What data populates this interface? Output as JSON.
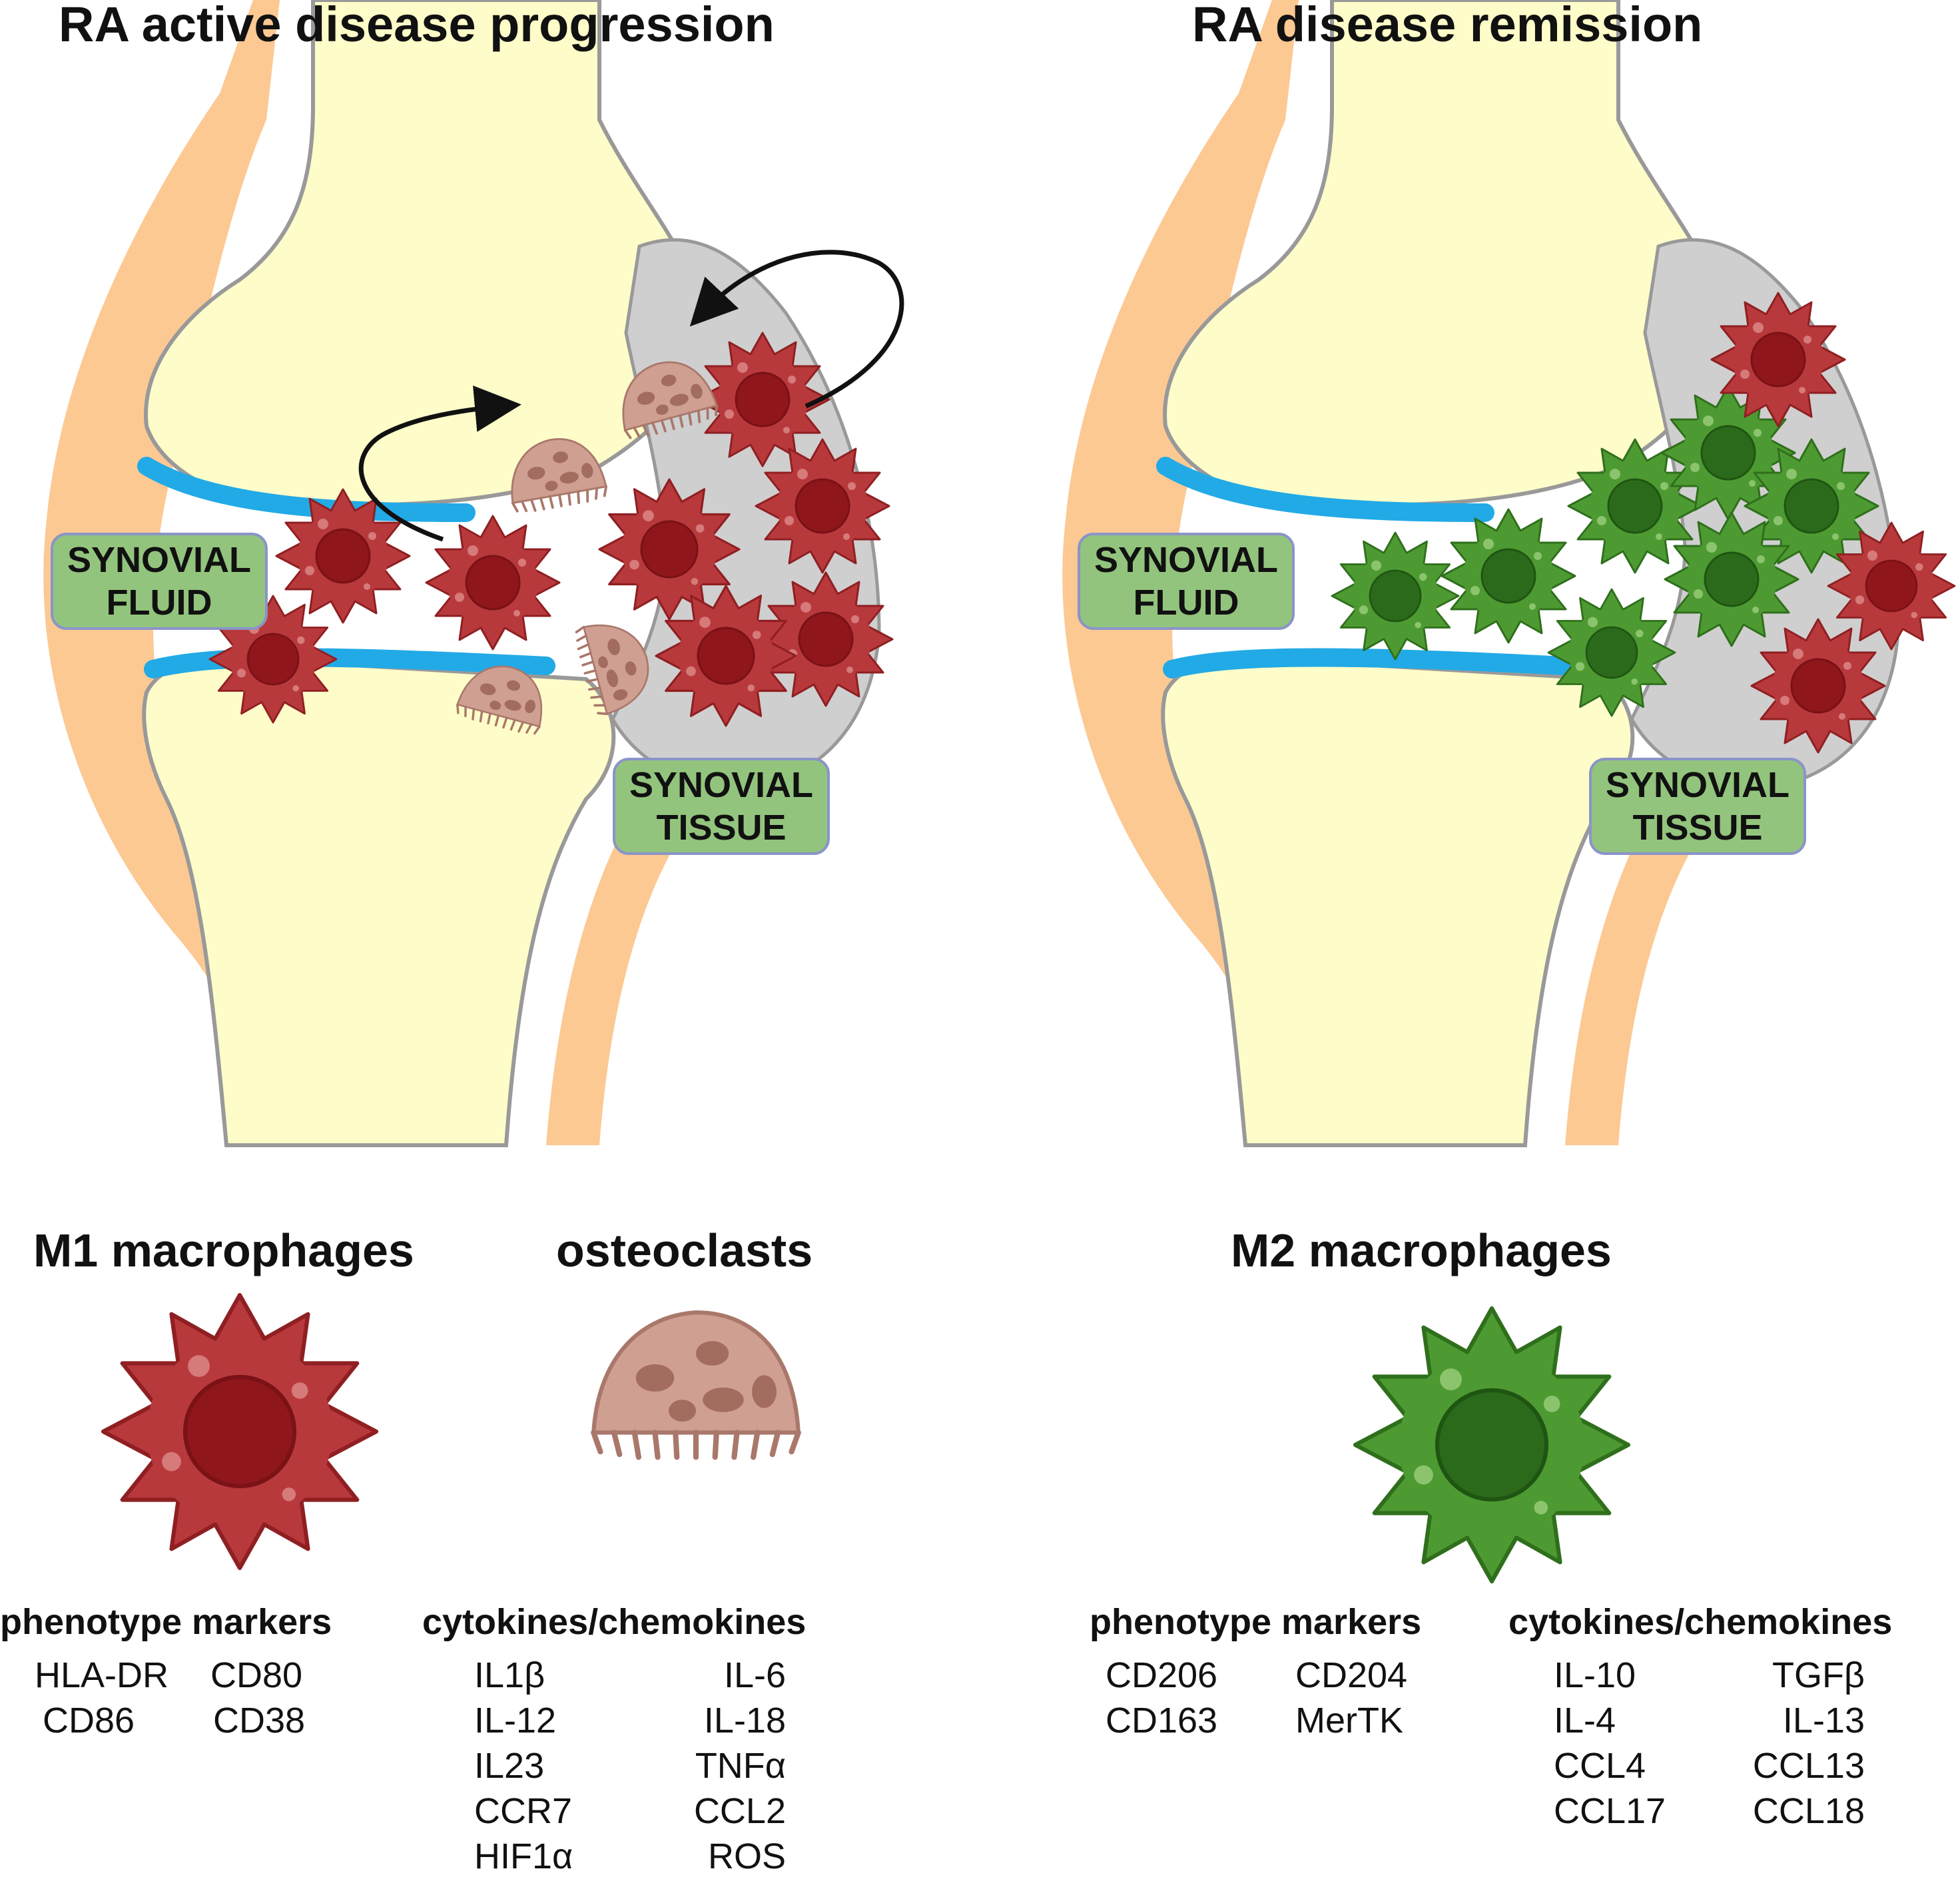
{
  "left_panel": {
    "title": "RA active disease progression",
    "fluid_label": [
      "SYNOVIAL",
      "FLUID"
    ],
    "tissue_label": [
      "SYNOVIAL",
      "TISSUE"
    ]
  },
  "right_panel": {
    "title": "RA disease remission",
    "fluid_label": [
      "SYNOVIAL",
      "FLUID"
    ],
    "tissue_label": [
      "SYNOVIAL",
      "TISSUE"
    ]
  },
  "legend": {
    "m1": {
      "title": "M1 macrophages",
      "markers_header": "phenotype markers",
      "markers_col1": [
        "HLA-DR",
        "CD86"
      ],
      "markers_col2": [
        "CD80",
        "CD38"
      ]
    },
    "osteoclasts": {
      "title": "osteoclasts",
      "cytokines_header": "cytokines/chemokines",
      "cytokines_col1": [
        "IL1β",
        "IL-12",
        "IL23",
        "CCR7",
        "HIF1α"
      ],
      "cytokines_col2": [
        "IL-6",
        "IL-18",
        "TNFα",
        "CCL2",
        "ROS"
      ]
    },
    "m2": {
      "title": "M2 macrophages",
      "markers_header": "phenotype markers",
      "markers_col1": [
        "CD206",
        "CD163"
      ],
      "markers_col2": [
        "CD204",
        "MerTK"
      ],
      "cytokines_header": "cytokines/chemokines",
      "cytokines_col1": [
        "IL-10",
        "IL-4",
        "CCL4",
        "CCL17"
      ],
      "cytokines_col2": [
        "TGFβ",
        "IL-13",
        "CCL13",
        "CCL18"
      ]
    }
  },
  "colors": {
    "bone": "#fefcc9",
    "skin": "#fcc993",
    "synovium": "#cfcfcf",
    "fluid_line": "#22aae6",
    "m1_body": "#b8393c",
    "m1_nucleus": "#8f161b",
    "m2_body": "#4e9a32",
    "m2_nucleus": "#2b6a1b",
    "osteoclast_body": "#cf9f92",
    "osteoclast_nuclei": "#a26c5e",
    "label_bg": "#93c47d"
  }
}
